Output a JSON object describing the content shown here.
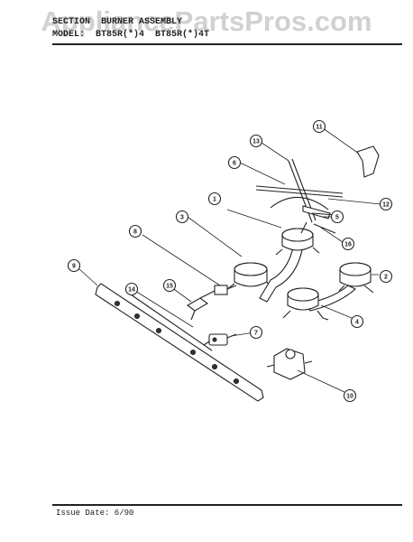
{
  "watermark": "AppliancePartsPros.com",
  "header": {
    "section_label": "SECTION",
    "section_value": "BURNER ASSEMBLY",
    "model_label": "MODEL:",
    "model_value": "BT85R(*)4  BT85R(*)4T"
  },
  "footer": {
    "issue": "Issue Date: 6/90"
  },
  "callouts": [
    "1",
    "2",
    "3",
    "4",
    "5",
    "6",
    "7",
    "8",
    "9",
    "10",
    "11",
    "12",
    "13",
    "14",
    "15",
    "16"
  ]
}
